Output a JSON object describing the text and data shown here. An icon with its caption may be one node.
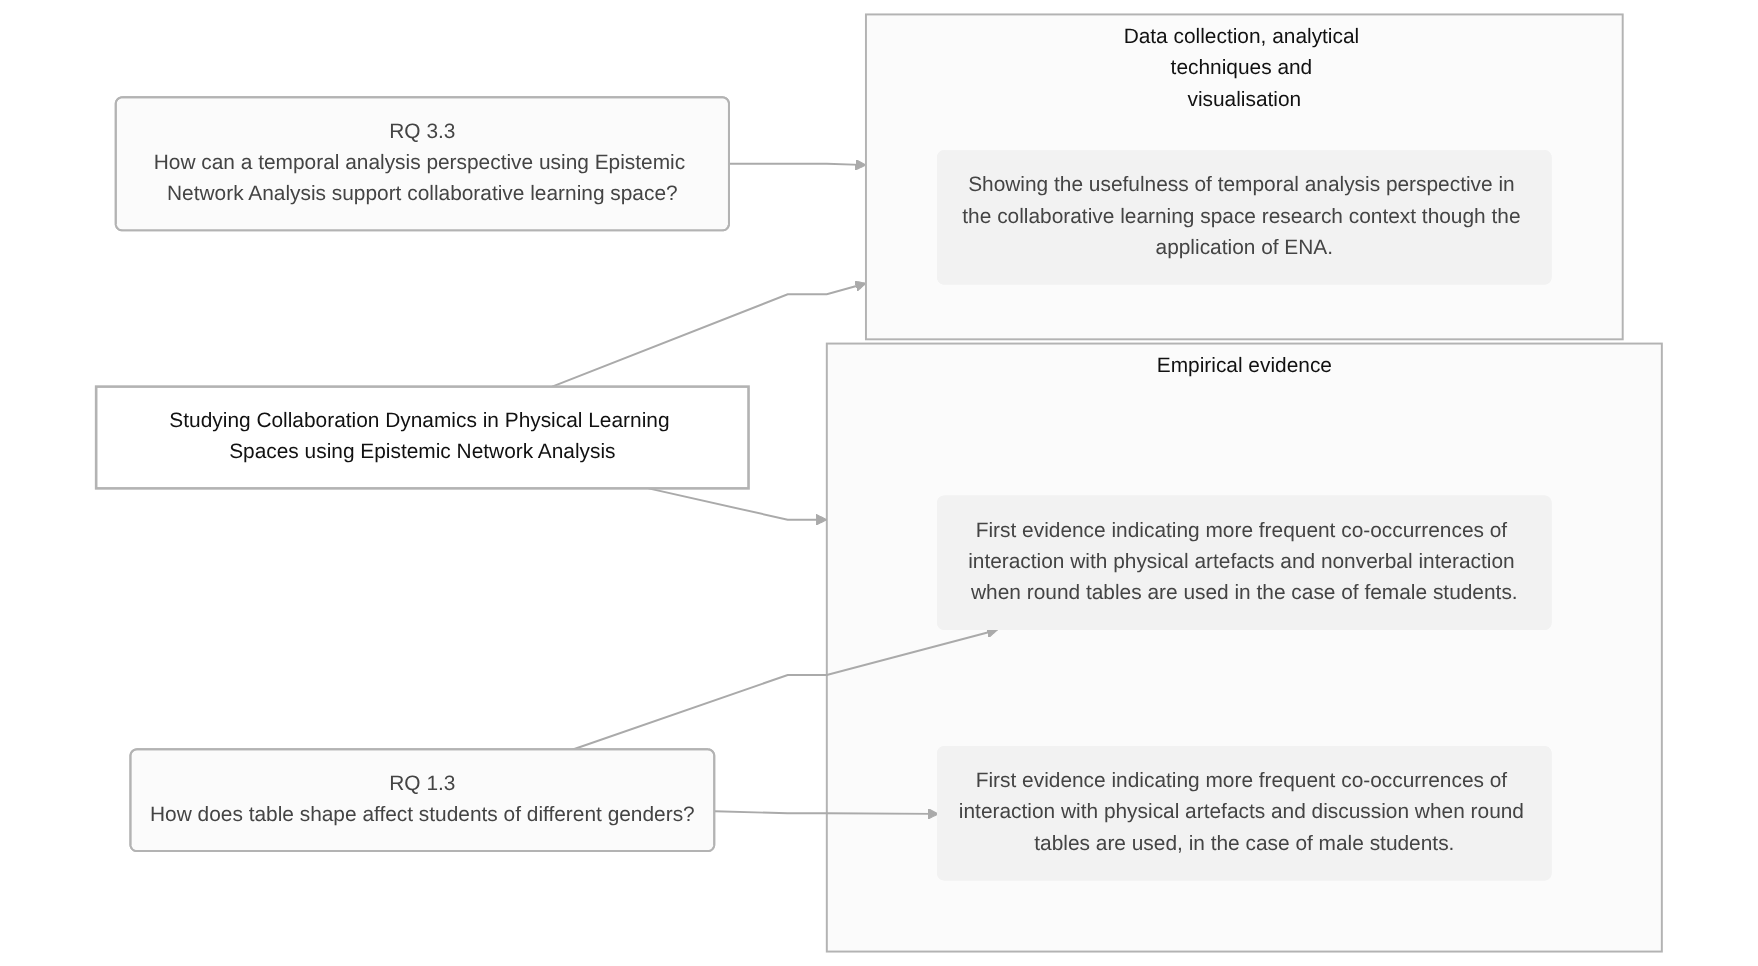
{
  "diagram": {
    "nodes": [
      {
        "text": [
          "Studying Collaboration Dynamics in Physical Learning Spaces using Epistemic Network Analysis"
        ]
      },
      {
        "text": [
          "Empirical evidence"
        ]
      },
      {
        "text": [
          "First evidence indicating more frequent co-occurrences of interaction with physical artefacts and nonverbal interaction when round tables are used in the case of female students."
        ],
        "in": 1
      },
      {
        "text": [
          "First evidence indicating more frequent co-occurrences of interaction with physical artefacts and discussion when round tables are used, in the case of male students."
        ],
        "in": 1
      },
      {
        "text": [
          "RQ 1.3",
          "How does table shape affect students of different genders?"
        ]
      },
      {
        "text": [
          "Data collection, analytical techniques and visualisation"
        ]
      },
      {
        "text": [
          "Showing the usefulness of temporal analysis perspective in the collaborative learning space research context though the application of ENA."
        ],
        "in": 5
      },
      {
        "text": [
          "RQ 3.3",
          "How can a temporal analysis perspective using Epistemic Network Analysis support collaborative learning space?"
        ]
      }
    ],
    "edges": [
      {
        "from": 0,
        "to": 1,
        "arrow": "to"
      },
      {
        "from": 0,
        "to": 5,
        "arrow": "to"
      },
      {
        "from": 4,
        "to": 2,
        "arrow": "to"
      },
      {
        "from": 4,
        "to": 3,
        "arrow": "to"
      },
      {
        "from": 7,
        "to": 5,
        "arrow": "to"
      }
    ]
  }
}
